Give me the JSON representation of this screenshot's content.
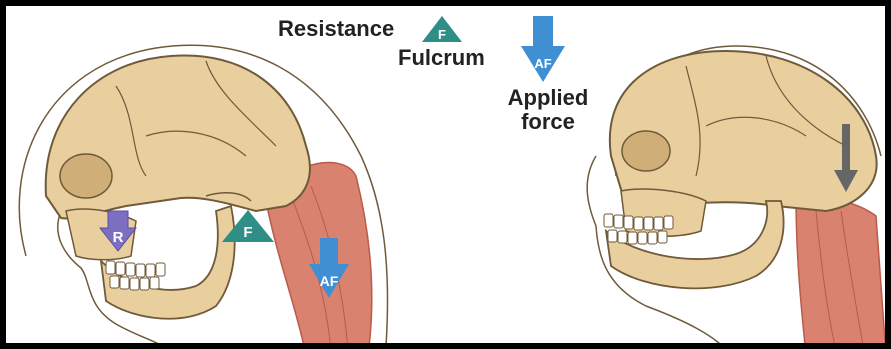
{
  "legend": {
    "resistance_label": "Resistance",
    "fulcrum_label": "Fulcrum",
    "applied_label_line1": "Applied",
    "applied_label_line2": "force"
  },
  "symbols": {
    "fulcrum": "F",
    "applied_force": "AF",
    "resistance": "R"
  },
  "colors": {
    "frame": "#000000",
    "bone": "#e9cf9e",
    "bone_shadow": "#cfae78",
    "outline": "#6f5a3a",
    "muscle": "#d98270",
    "muscle_dark": "#b95a4a",
    "fulcrum_green": "#2f8f87",
    "applied_blue": "#3f8fd2",
    "resistance_purple": "#7c6fc2",
    "arrow_gray": "#666666"
  }
}
